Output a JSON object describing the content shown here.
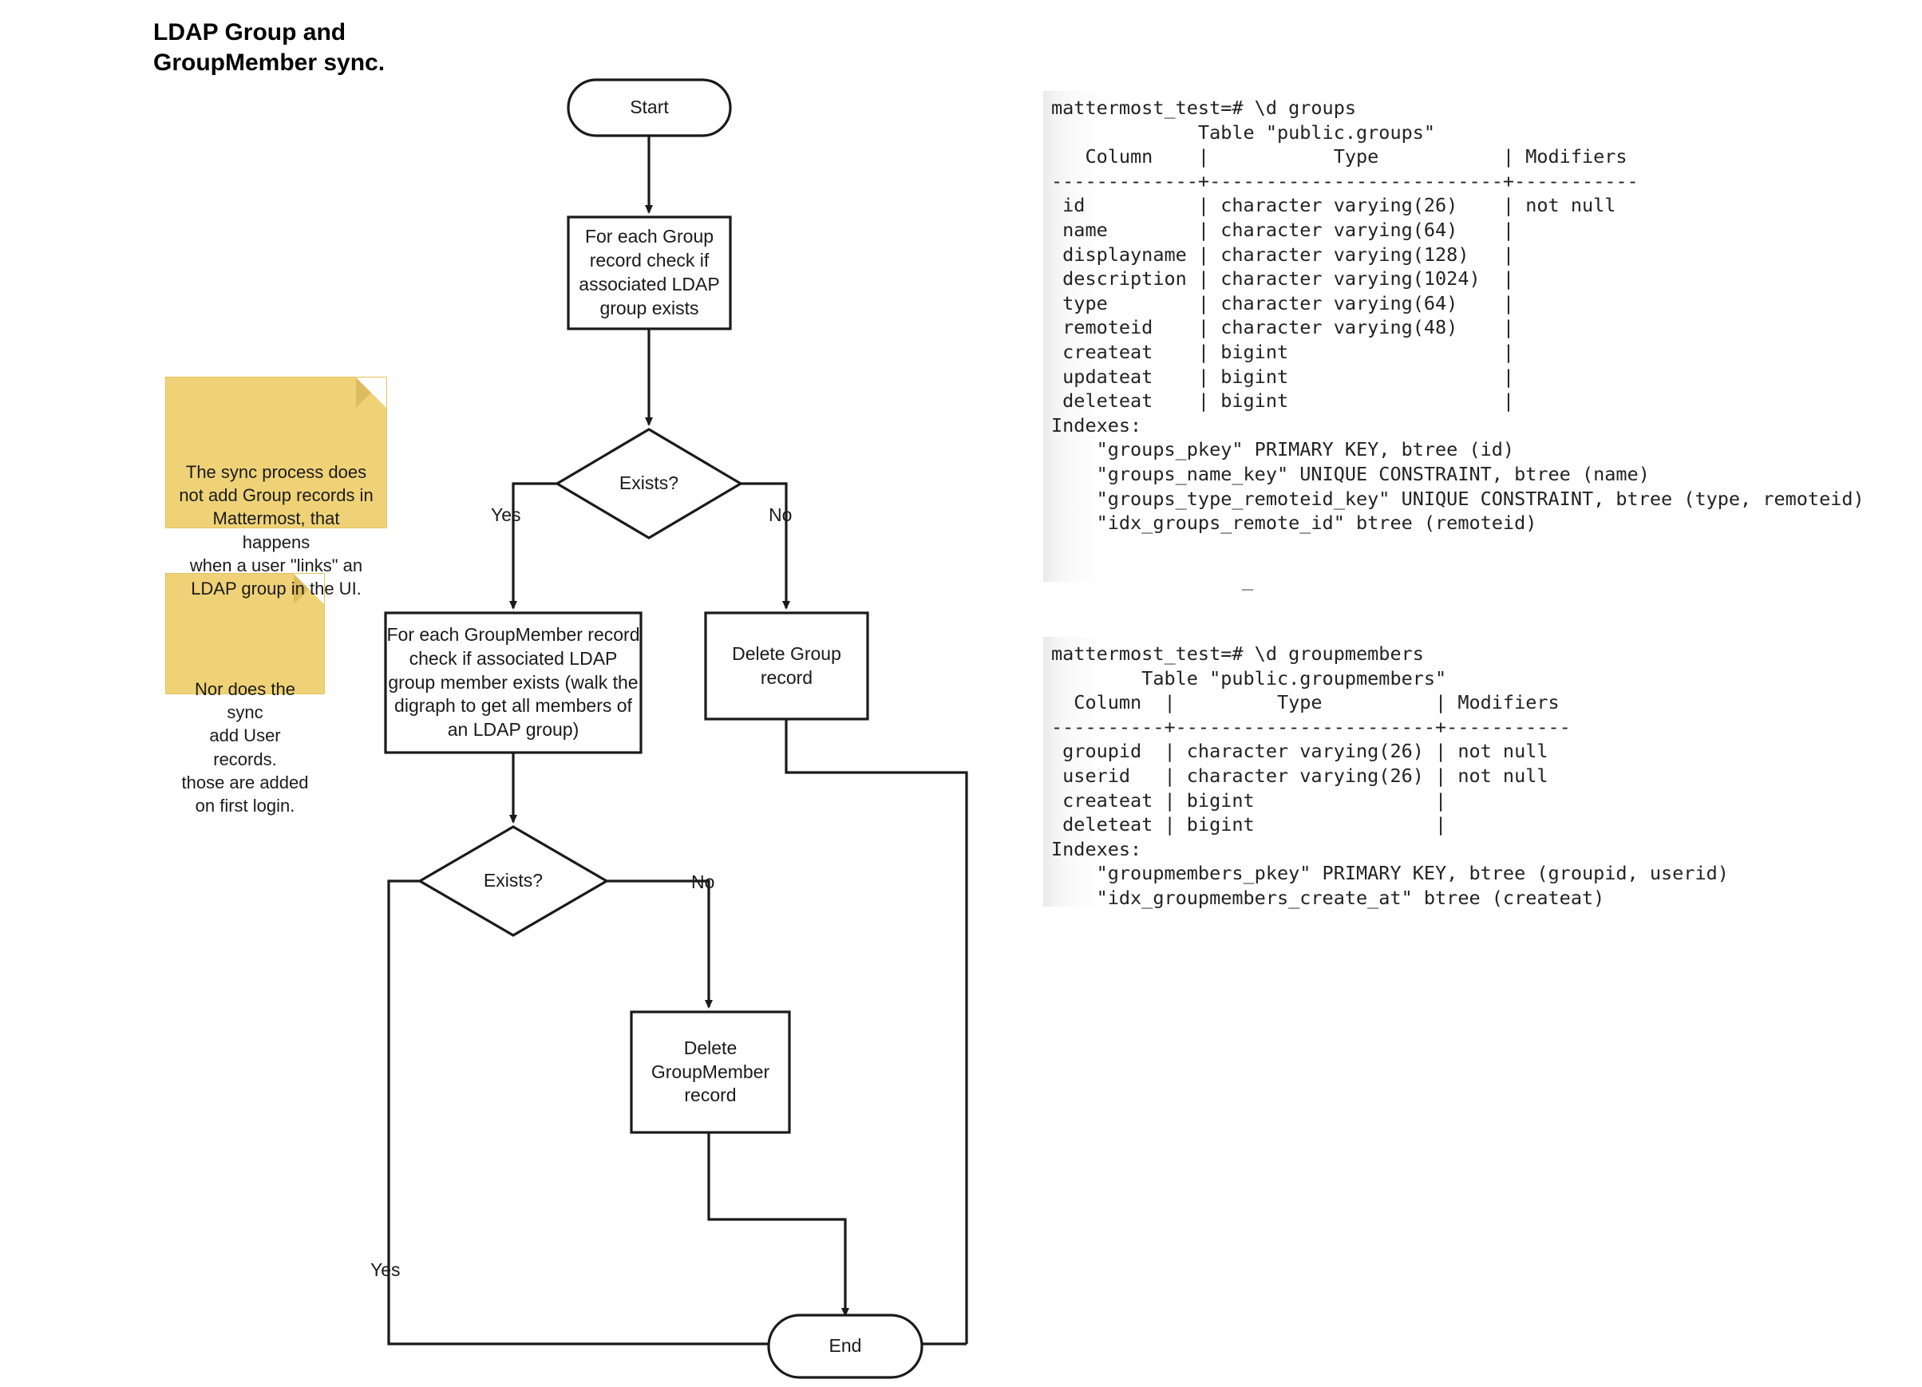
{
  "page": {
    "title": "LDAP Group and\nGroupMember sync."
  },
  "flowchart": {
    "nodes": {
      "start": {
        "label": "Start",
        "shape": "terminator"
      },
      "for_each_group": {
        "label": "For each Group\nrecord check if\nassociated LDAP\ngroup exists",
        "shape": "process"
      },
      "exists_group": {
        "label": "Exists?",
        "shape": "decision"
      },
      "for_each_groupmember": {
        "label": "For each GroupMember record\ncheck if associated LDAP\ngroup member exists (walk the\ndigraph to get all members of\nan LDAP group)",
        "shape": "process"
      },
      "delete_group": {
        "label": "Delete Group\nrecord",
        "shape": "process"
      },
      "exists_member": {
        "label": "Exists?",
        "shape": "decision"
      },
      "delete_groupmember": {
        "label": "Delete\nGroupMember\nrecord",
        "shape": "process"
      },
      "end": {
        "label": "End",
        "shape": "terminator"
      }
    },
    "edge_labels": {
      "group_yes": "Yes",
      "group_no": "No",
      "member_no": "No",
      "member_yes": "Yes"
    }
  },
  "notes": [
    {
      "text": "The sync process does\nnot add Group records in\nMattermost, that happens\nwhen a user \"links\" an\nLDAP group in the UI."
    },
    {
      "text": "Nor does the sync\nadd User records.\nthose are added\non first login."
    }
  ],
  "terminals": [
    {
      "id": "groups",
      "prompt": "mattermost_test=# \\d groups",
      "content": "mattermost_test=# \\d groups\n             Table \"public.groups\"\n   Column    |           Type           | Modifiers\n-------------+--------------------------+-----------\n id          | character varying(26)    | not null\n name        | character varying(64)    |\n displayname | character varying(128)   |\n description | character varying(1024)  |\n type        | character varying(64)    |\n remoteid    | character varying(48)    |\n createat    | bigint                   |\n updateat    | bigint                   |\n deleteat    | bigint                   |\nIndexes:\n    \"groups_pkey\" PRIMARY KEY, btree (id)\n    \"groups_name_key\" UNIQUE CONSTRAINT, btree (name)\n    \"groups_type_remoteid_key\" UNIQUE CONSTRAINT, btree (type, remoteid)\n    \"idx_groups_remote_id\" btree (remoteid)",
      "cursor": "_"
    },
    {
      "id": "groupmembers",
      "prompt": "mattermost_test=# \\d groupmembers",
      "content": "mattermost_test=# \\d groupmembers\n        Table \"public.groupmembers\"\n  Column  |         Type          | Modifiers\n----------+-----------------------+-----------\n groupid  | character varying(26) | not null\n userid   | character varying(26) | not null\n createat | bigint                |\n deleteat | bigint                |\nIndexes:\n    \"groupmembers_pkey\" PRIMARY KEY, btree (groupid, userid)\n    \"idx_groupmembers_create_at\" btree (createat)"
    }
  ],
  "colors": {
    "sticky_note": "#EFD277",
    "stroke": "#1a1a1a",
    "background": "#ffffff"
  }
}
